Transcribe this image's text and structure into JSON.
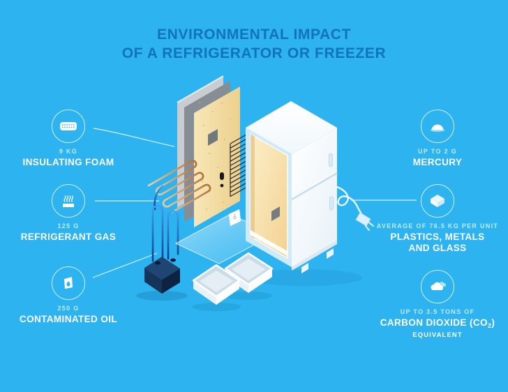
{
  "title": {
    "line1": "ENVIRONMENTAL IMPACT",
    "line2": "OF A REFRIGERATOR OR FREEZER"
  },
  "items": {
    "left": [
      {
        "icon": "insulating-foam-icon",
        "amount": "9 KG",
        "label": "INSULATING FOAM"
      },
      {
        "icon": "refrigerant-gas-icon",
        "amount": "125 G",
        "label": "REFRIGERANT GAS"
      },
      {
        "icon": "contaminated-oil-icon",
        "amount": "250 G",
        "label": "CONTAMINATED OIL"
      }
    ],
    "right": [
      {
        "icon": "mercury-icon",
        "amount": "UP TO 2 G",
        "label": "MERCURY"
      },
      {
        "icon": "plastics-metals-glass-icon",
        "amount": "AVERAGE OF 76.5 KG PER UNIT",
        "label_line1": "PLASTICS, METALS",
        "label_line2": "AND GLASS"
      },
      {
        "icon": "carbon-dioxide-cloud-icon",
        "amount": "UP TO 3.5 TONS OF",
        "label_prefix": "CARBON DIOXIDE (CO",
        "label_sub": "2",
        "label_suffix": ")",
        "sublabel": "EQUIVALENT"
      }
    ]
  },
  "colors": {
    "background": "#2DB4F0",
    "title_text": "#1273BD",
    "amount_text": "#C2EAFB",
    "label_text": "#FFFFFF",
    "foam_panel": "#F2DFA6",
    "copper_coil": "#C08B58",
    "refrigerant_tube": "#1B6FC4",
    "compressor": "#1F4673",
    "cabinet": "#FFFFFF"
  },
  "illustration": {
    "name": "exploded-refrigerator",
    "parts": [
      "back-panel",
      "insulating-foam-panel",
      "condenser-wire-grid",
      "condenser-coil",
      "evaporator-tubes",
      "compressor",
      "glass-shelf",
      "thermostat-switch",
      "refrigerator-cabinet",
      "drawer-bins",
      "power-cord"
    ]
  }
}
